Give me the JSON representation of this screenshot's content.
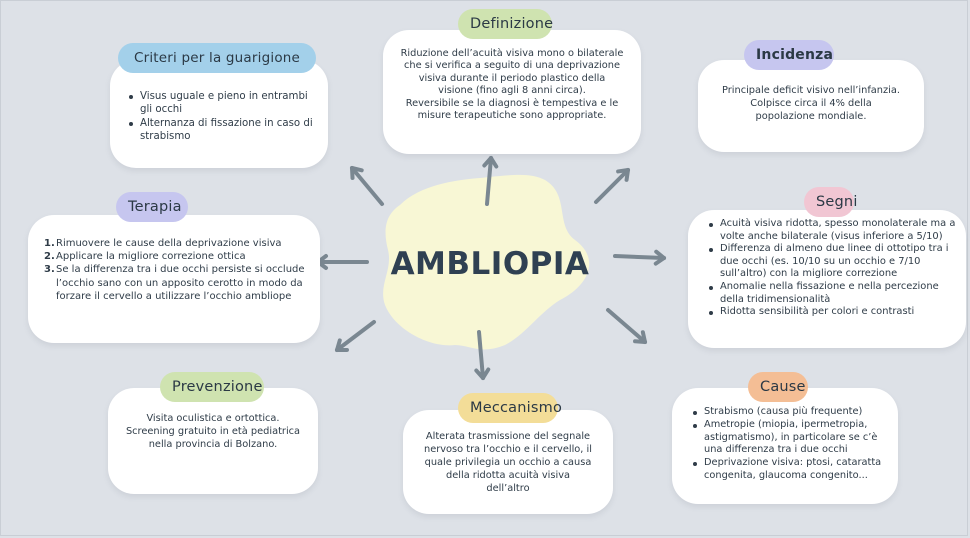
{
  "hub": {
    "title": "AMBLIOPIA",
    "blob_color": "#f8f7d5",
    "arrow_color": "#7a8791"
  },
  "nodes": {
    "criteri": {
      "title": "Criteri per la guarigione",
      "pill_color": "#a3d0ea",
      "items": [
        "Visus uguale e pieno in entrambi gli occhi",
        "Alternanza di fissazione in caso di strabismo"
      ]
    },
    "definizione": {
      "title": "Definizione",
      "pill_color": "#cfe3b0",
      "text_lines": [
        "Riduzione dell’acuità visiva mono o bilaterale",
        "che si verifica a seguito di una deprivazione",
        "visiva durante il periodo plastico della",
        "visione (fino agli 8 anni circa).",
        "Reversibile se la diagnosi è tempestiva e le",
        "misure terapeutiche sono appropriate."
      ]
    },
    "incidenza": {
      "title": "Incidenza",
      "pill_color": "#c6c6ef",
      "text_lines": [
        "Principale deficit visivo nell’infanzia.",
        "Colpisce circa il 4% della",
        "popolazione mondiale."
      ]
    },
    "terapia": {
      "title": "Terapia",
      "pill_color": "#c6c6ef",
      "items": [
        {
          "num": "1.",
          "text": "Rimuovere le cause della deprivazione visiva"
        },
        {
          "num": "2.",
          "text": "Applicare la migliore correzione ottica"
        },
        {
          "num": "3.",
          "text": "Se la differenza tra i due occhi persiste si occlude l’occhio sano con un apposito cerotto in modo da forzare il cervello a utilizzare l’occhio ambliope"
        }
      ]
    },
    "segni": {
      "title": "Segni",
      "pill_color": "#f1c6d3",
      "items": [
        "Acuità visiva ridotta, spesso monolaterale ma a volte anche bilaterale (visus inferiore a 5/10)",
        "Differenza di almeno due linee di ottotipo tra i due occhi (es. 10/10 su un occhio e 7/10 sull’altro) con la migliore correzione",
        "Anomalie nella fissazione e nella percezione della tridimensionalità",
        "Ridotta sensibilità per colori e contrasti"
      ]
    },
    "prevenzione": {
      "title": "Prevenzione",
      "pill_color": "#cfe3b0",
      "text_lines": [
        "Visita oculistica e ortottica.",
        "Screening gratuito in età pediatrica",
        "nella provincia di Bolzano."
      ]
    },
    "meccanismo": {
      "title": "Meccanismo",
      "pill_color": "#f3dd98",
      "text_lines": [
        "Alterata trasmissione del segnale",
        "nervoso tra l’occhio e il cervello, il",
        "quale privilegia un occhio a causa",
        "della ridotta acuità visiva",
        "dell’altro"
      ]
    },
    "cause": {
      "title": "Cause",
      "pill_color": "#f4be95",
      "items": [
        "Strabismo (causa più frequente)",
        "Ametropie (miopia, ipermetropia, astigmatismo), in particolare se c’è una differenza tra i due occhi",
        "Deprivazione visiva: ptosi, cataratta congenita, glaucoma congenito..."
      ]
    }
  }
}
